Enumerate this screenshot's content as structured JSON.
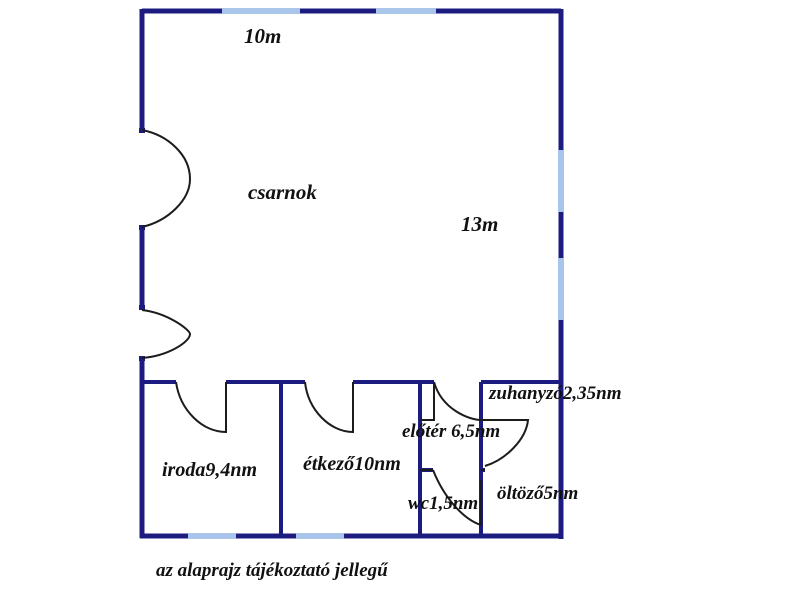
{
  "colors": {
    "wall": "#1c1c80",
    "window": "#a9c6ea",
    "door": "#1c1c1c",
    "arrow": "#2b2b8f",
    "text": "#111111"
  },
  "labels": {
    "width_dim": "10m",
    "height_dim": "13m",
    "hall": "csarnok",
    "office": "iroda9,4nm",
    "dining": "étkező10nm",
    "hallway": "előtér 6,5nm",
    "shower": "zuhanyzó2,35nm",
    "wc": "wc1,5nm",
    "changing": "öltöző5nm"
  },
  "caption": "az alaprajz tájékoztató jellegű",
  "icons": [
    "arrow-left-icon",
    "arrow-right-icon",
    "arrow-up-icon",
    "arrow-down-icon"
  ]
}
